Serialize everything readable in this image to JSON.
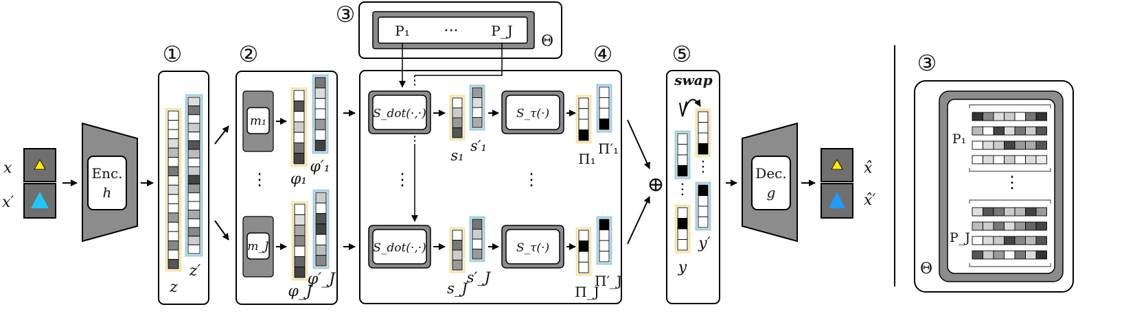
{
  "steps": {
    "one": "①",
    "two": "②",
    "three": "③",
    "four": "④",
    "five": "⑤"
  },
  "inputs": {
    "x": "x",
    "x_prime": "x′",
    "x_hat": "x̂",
    "x_hat_prime": "x̂′"
  },
  "encoder": {
    "line1": "Enc.",
    "line2": "h"
  },
  "decoder": {
    "line1": "Dec.",
    "line2": "g"
  },
  "latents": {
    "z": "z",
    "z_prime": "z′"
  },
  "masks": {
    "m1": "m₁",
    "mJ": "m_J"
  },
  "projections": {
    "phi1": "φ₁",
    "phi1_prime": "φ′₁",
    "phiJ": "φ_J",
    "phiJ_prime": "φ′_J"
  },
  "prototypes": {
    "p1": "P₁",
    "pJ": "P_J",
    "dots": "···",
    "theta": "Θ"
  },
  "ops": {
    "sdot": "S_dot(·,·)",
    "stau": "S_τ(·)"
  },
  "scores": {
    "s1": "s₁",
    "s1_prime": "s′₁",
    "sJ": "s_J",
    "sJ_prime": "s′_J"
  },
  "assignments": {
    "pi1": "Π₁",
    "pi1_prime": "Π′₁",
    "piJ": "Π_J",
    "piJ_prime": "Π′_J"
  },
  "swap": {
    "label": "swap",
    "y": "y",
    "y_prime": "y′"
  },
  "oplus": "⊕",
  "colors": {
    "yellow_frame": "#f5e6a6",
    "blue_frame": "#9fd0e0",
    "gray_block": "#8c8c8c",
    "dark_gray": "#6f6f6f",
    "triangle_yellow": "#ffeb00",
    "triangle_blue": "#1ec8ff"
  }
}
